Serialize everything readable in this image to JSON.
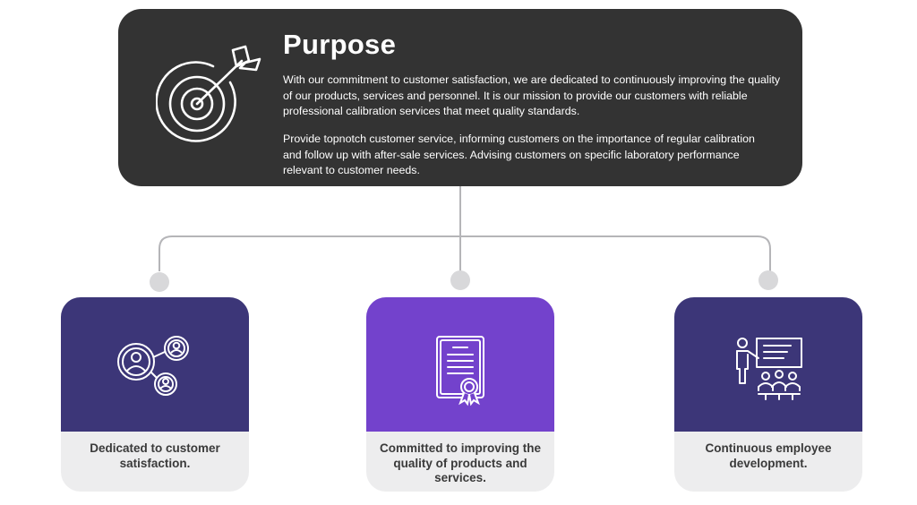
{
  "purpose": {
    "title": "Purpose",
    "paragraph_1": "With our commitment to customer satisfaction, we are dedicated to continuously improving the quality of our products, services and personnel. It is our mission to provide our customers with reliable professional calibration services that meet  quality standards.",
    "paragraph_2": "Provide topnotch customer service, informing customers on the importance of regular calibration and follow up with after-sale services. Advising customers on specific laboratory performance relevant to customer needs.",
    "icon": "target-dart-icon"
  },
  "cards": [
    {
      "label": "Dedicated to customer satisfaction.",
      "icon": "customer-network-icon",
      "color": "#3c3678"
    },
    {
      "label": "Committed to improving the quality of products and services.",
      "icon": "certificate-icon",
      "color": "#7342cc"
    },
    {
      "label": "Continuous employee development.",
      "icon": "training-presentation-icon",
      "color": "#3c3678"
    }
  ],
  "colors": {
    "purpose_bg": "#333333",
    "card_footer": "#ededee",
    "connector": "#b5b5b8",
    "connector_dot": "#d8d8da"
  }
}
